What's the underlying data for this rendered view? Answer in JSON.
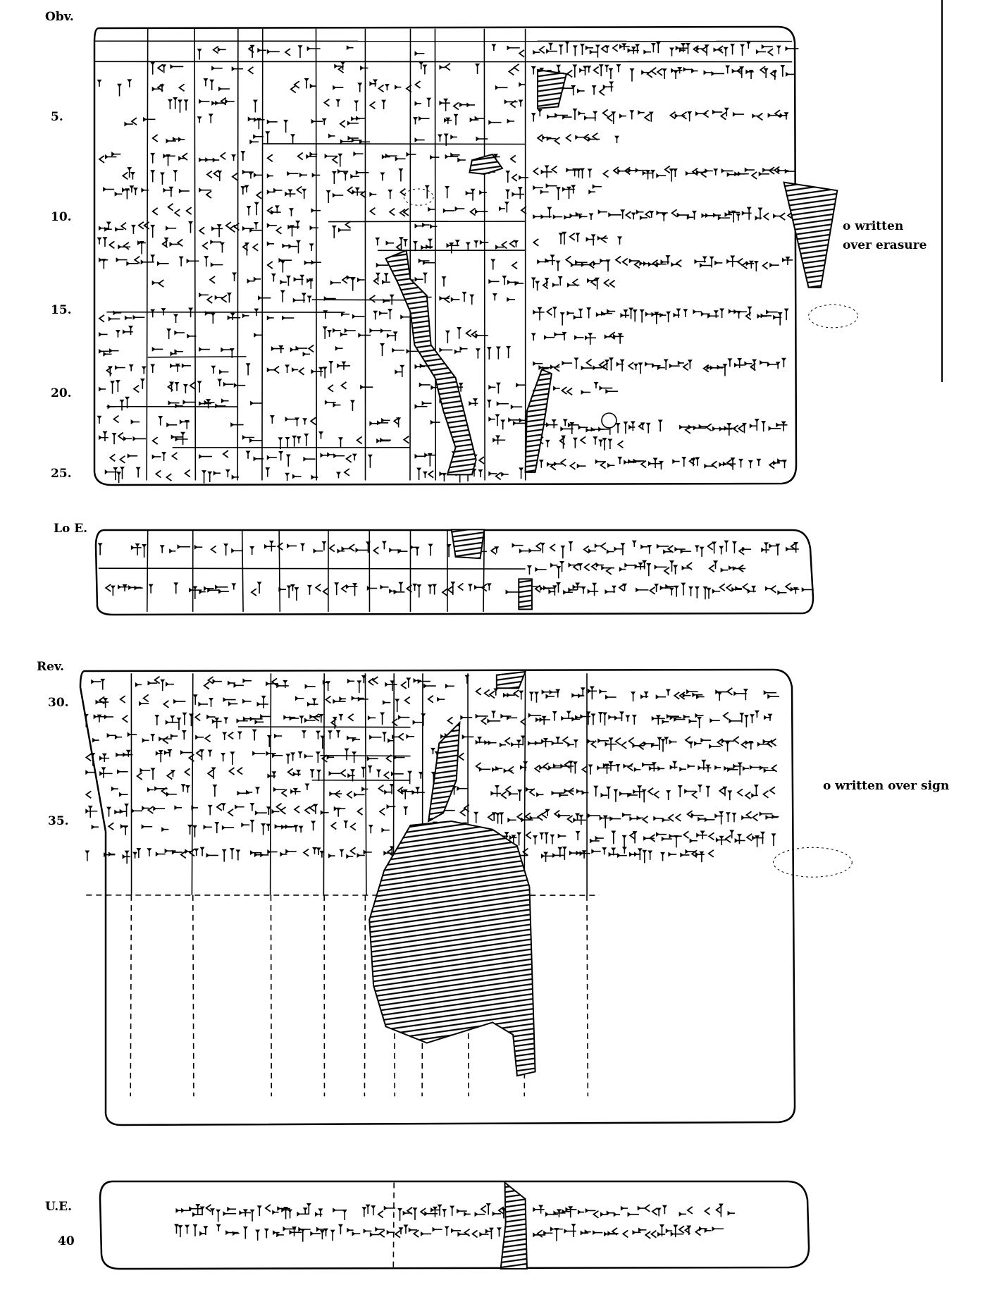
{
  "sections": {
    "obverse": "Obv.",
    "lower_edge": "Lo E.",
    "reverse": "Rev.",
    "upper_edge": "U.E."
  },
  "line_numbers": {
    "l5": "5.",
    "l10": "10.",
    "l15": "15.",
    "l20": "20.",
    "l25": "25.",
    "l30": "30.",
    "l35": "35.",
    "l40": "40"
  },
  "notes": {
    "erasure_line1": "o written",
    "erasure_line2": "over erasure",
    "over_sign": "o written over sign"
  }
}
